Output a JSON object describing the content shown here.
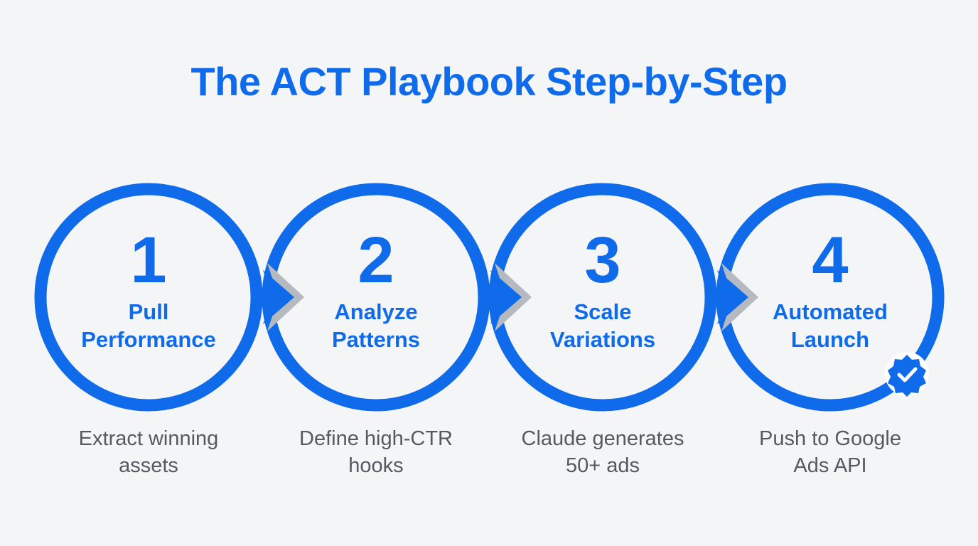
{
  "title": "The ACT Playbook Step-by-Step",
  "colors": {
    "accent": "#0f6bea",
    "arrow_outline": "#b5b9c0",
    "background": "#f4f5f7",
    "description_text": "#565a60"
  },
  "steps": [
    {
      "number": "1",
      "label_line1": "Pull",
      "label_line2": "Performance",
      "desc_line1": "Extract winning",
      "desc_line2": "assets"
    },
    {
      "number": "2",
      "label_line1": "Analyze",
      "label_line2": "Patterns",
      "desc_line1": "Define high-CTR",
      "desc_line2": "hooks"
    },
    {
      "number": "3",
      "label_line1": "Scale",
      "label_line2": "Variations",
      "desc_line1": "Claude generates",
      "desc_line2": "50+ ads"
    },
    {
      "number": "4",
      "label_line1": "Automated",
      "label_line2": "Launch",
      "desc_line1": "Push to Google",
      "desc_line2": "Ads API",
      "badge_icon": "check-badge-icon"
    }
  ]
}
